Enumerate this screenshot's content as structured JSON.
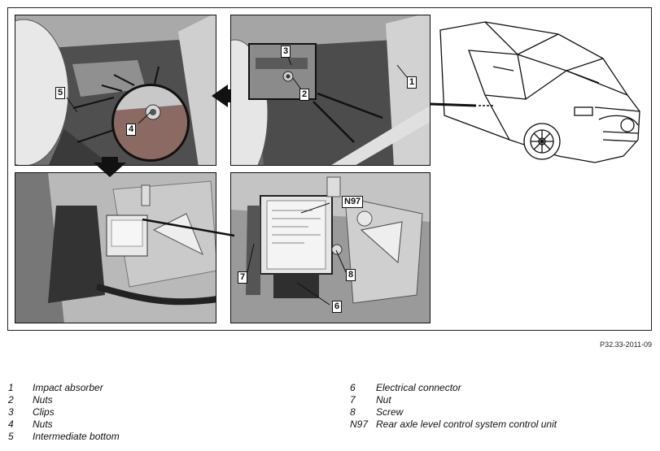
{
  "reference_code": "P32.33-2011-09",
  "callouts": {
    "c1": "1",
    "c2": "2",
    "c3": "3",
    "c4": "4",
    "c5": "5",
    "c6": "6",
    "c7": "7",
    "c8": "8",
    "cN97": "N97"
  },
  "legend": {
    "left": [
      {
        "num": "1",
        "text": "Impact absorber"
      },
      {
        "num": "2",
        "text": "Nuts"
      },
      {
        "num": "3",
        "text": "Clips"
      },
      {
        "num": "4",
        "text": "Nuts"
      },
      {
        "num": "5",
        "text": "Intermediate bottom"
      }
    ],
    "right": [
      {
        "num": "6",
        "text": "Electrical connector"
      },
      {
        "num": "7",
        "text": "Nut"
      },
      {
        "num": "8",
        "text": "Screw"
      },
      {
        "num": "N97",
        "text": "Rear axle level control system control unit"
      }
    ]
  }
}
